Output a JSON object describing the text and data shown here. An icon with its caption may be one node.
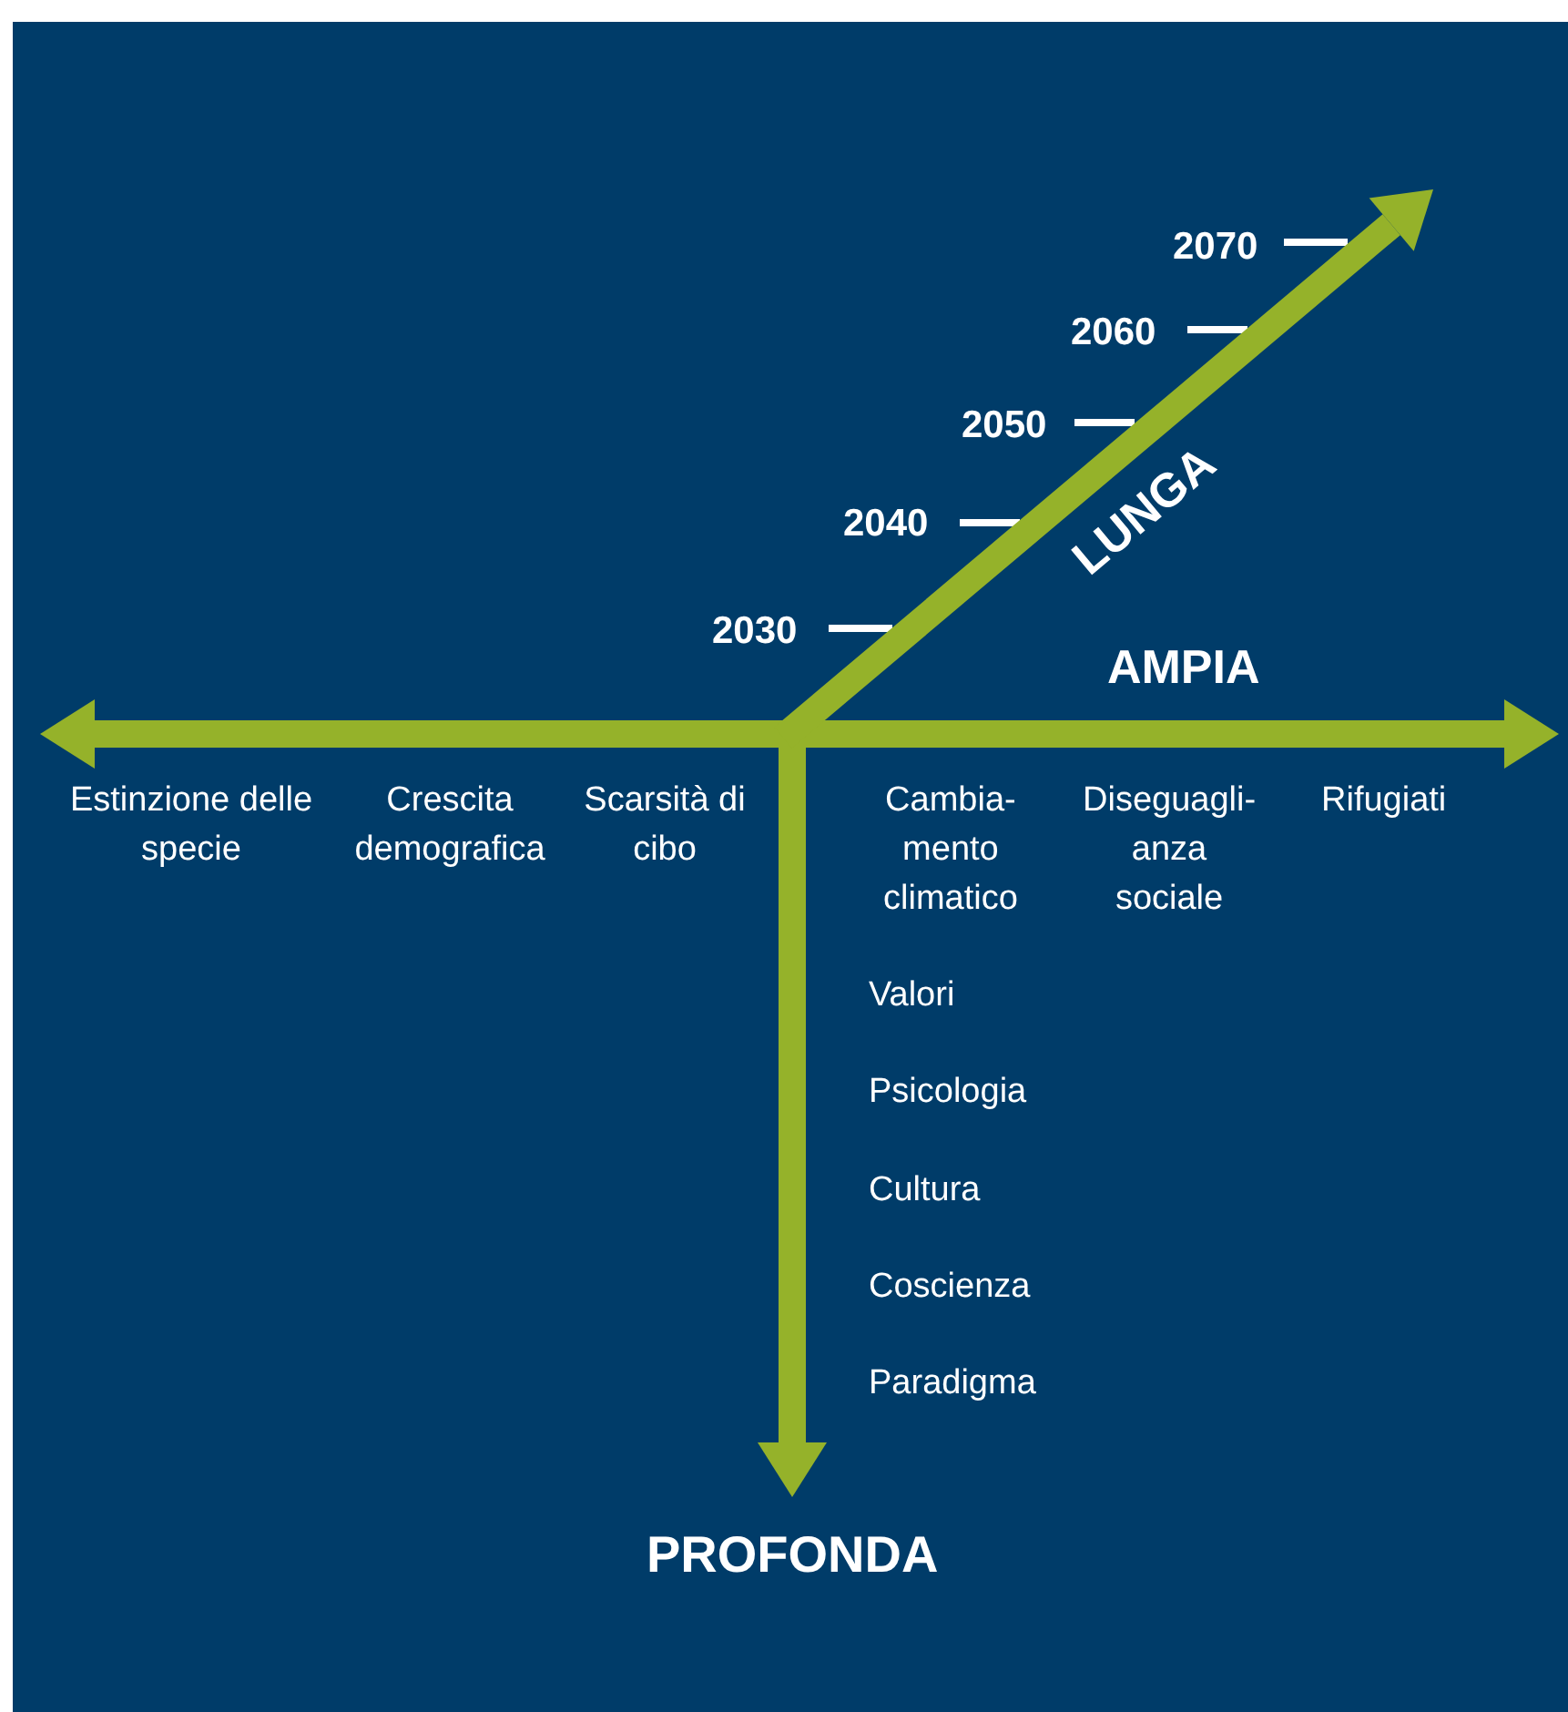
{
  "diagram": {
    "labels": [
      "2070",
      "2060",
      "2050",
      "2040",
      "LUNGA",
      "2030",
      "AMPIA",
      "Estinzione delle specie",
      "Crescita demografica",
      "Scarsità di cibo",
      "Cambia- mento climatico",
      "Diseguagli- anza sociale",
      "Rifugiati",
      "Valori",
      "Psicologia",
      "Cultura",
      "Coscienza",
      "Paradigma",
      "PROFONDA"
    ]
  }
}
